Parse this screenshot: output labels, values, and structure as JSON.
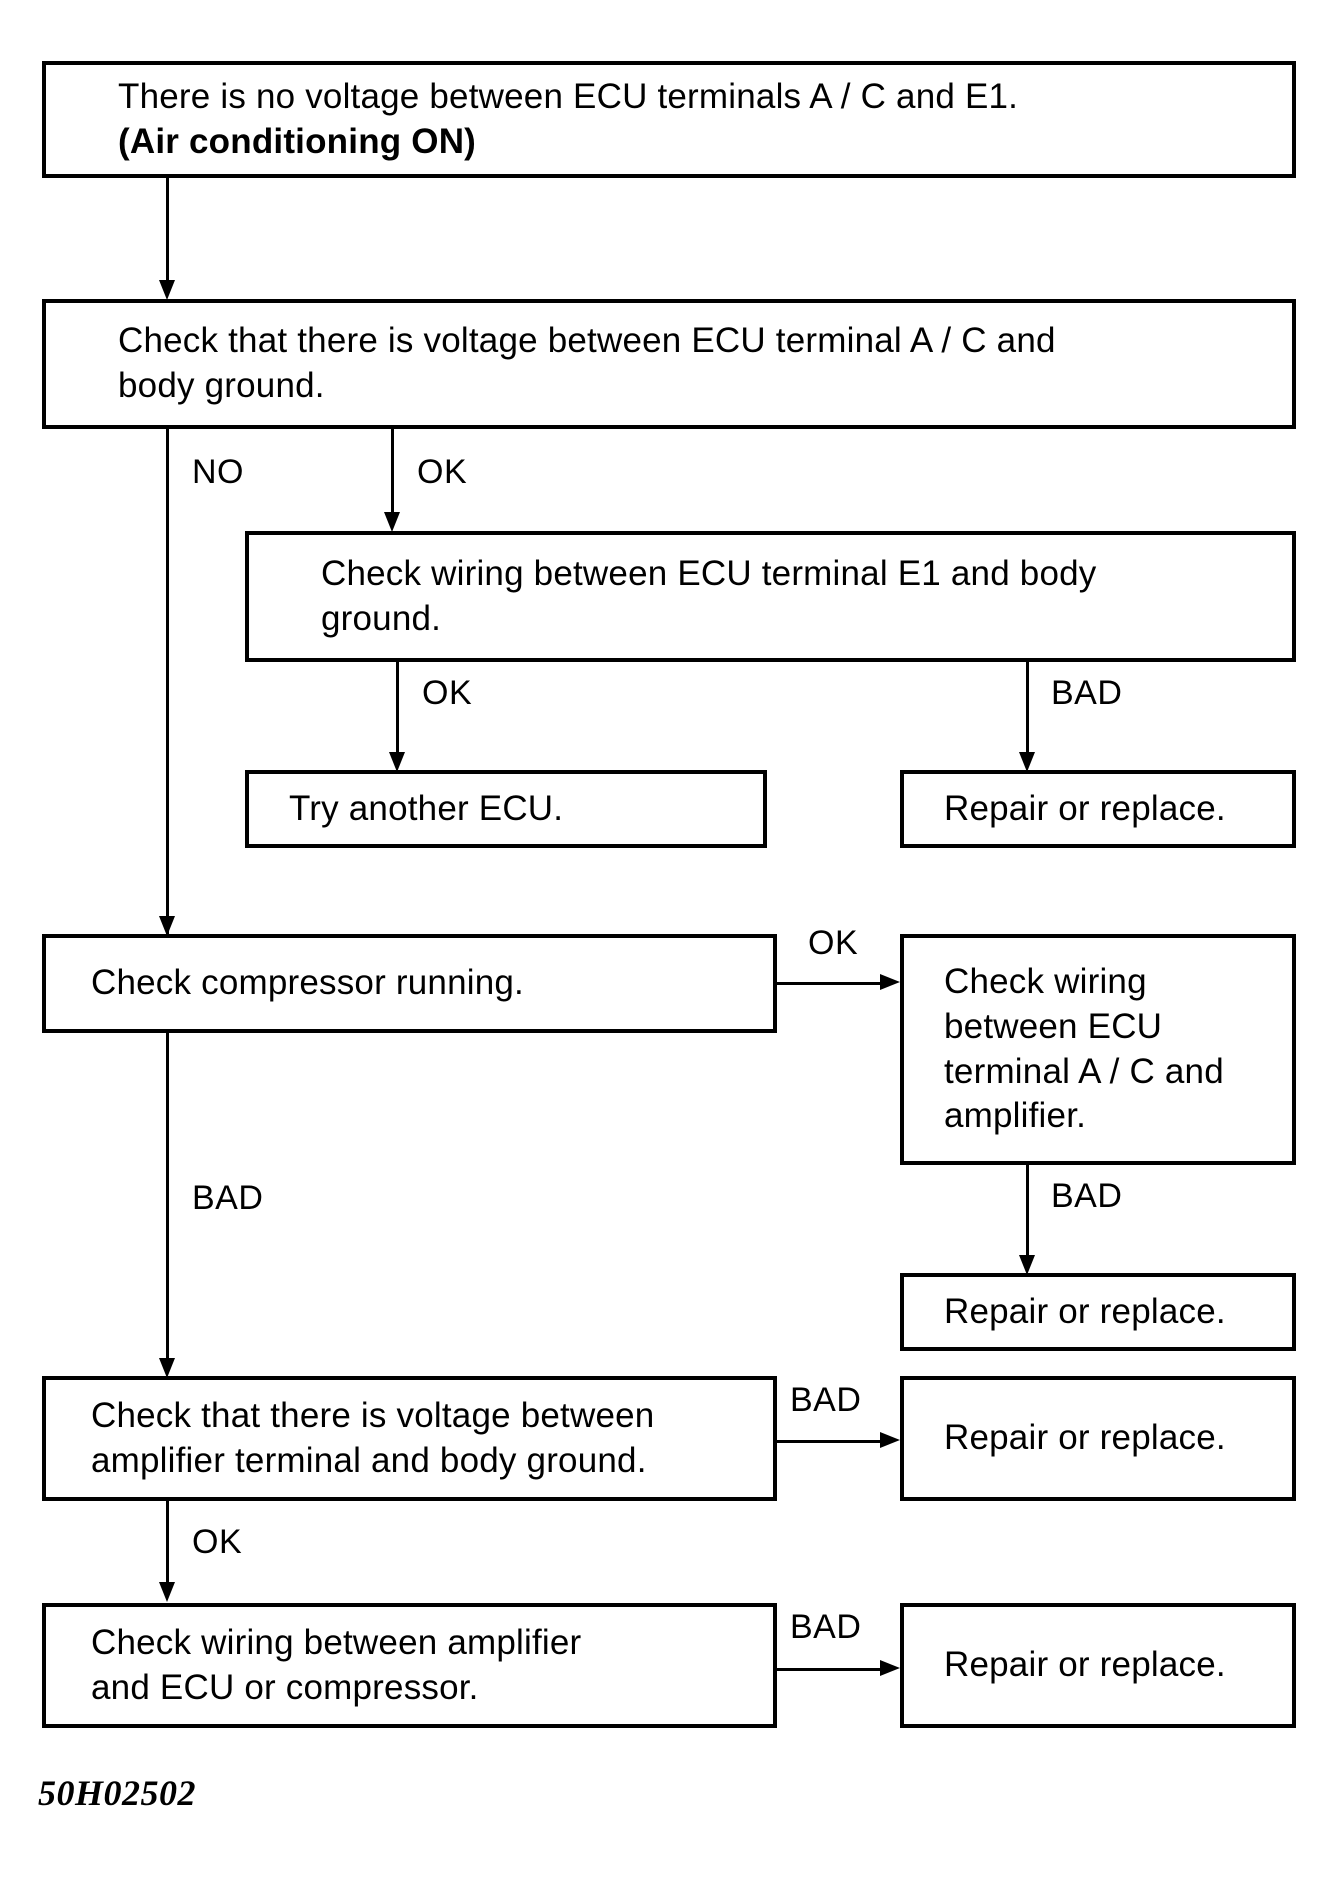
{
  "diagram": {
    "figure_code": "50H02502",
    "nodes": {
      "symptom": {
        "line1": "There is no voltage between ECU terminals A / C and E1.",
        "line2": "(Air conditioning ON)"
      },
      "check_ac_body_ground": {
        "line1": "Check that there is voltage between ECU terminal A / C and",
        "line2": "body ground."
      },
      "check_e1_body_ground": {
        "line1": "Check wiring between ECU terminal E1 and body",
        "line2": "ground."
      },
      "try_another_ecu": {
        "line1": "Try another ECU."
      },
      "repair_replace_e1": {
        "line1": "Repair or replace."
      },
      "check_compressor": {
        "line1": "Check compressor running."
      },
      "check_wiring_amp": {
        "line1": "Check wiring",
        "line2": "between ECU",
        "line3": "terminal A / C and",
        "line4": "amplifier."
      },
      "repair_replace_amp_wiring": {
        "line1": "Repair or replace."
      },
      "check_amp_terminal_voltage": {
        "line1": "Check that there is voltage between",
        "line2": "amplifier terminal and body ground."
      },
      "repair_replace_amp_terminal": {
        "line1": "Repair or replace."
      },
      "check_wiring_amp_ecu": {
        "line1": "Check wiring between amplifier",
        "line2": "and ECU or compressor."
      },
      "repair_replace_amp_ecu": {
        "line1": "Repair or replace."
      }
    },
    "edge_labels": {
      "no_branch": "NO",
      "ok_to_e1_check": "OK",
      "ok_to_try_ecu": "OK",
      "bad_to_repair_e1": "BAD",
      "ok_to_wiring_amp": "OK",
      "bad_to_repair_amp_wiring": "BAD",
      "bad_to_amp_terminal": "BAD",
      "bad_to_repair_amp_terminal": "BAD",
      "ok_to_wiring_amp_ecu": "OK",
      "bad_to_repair_amp_ecu": "BAD"
    },
    "colors": {
      "stroke": "#000000",
      "background": "#ffffff"
    }
  }
}
